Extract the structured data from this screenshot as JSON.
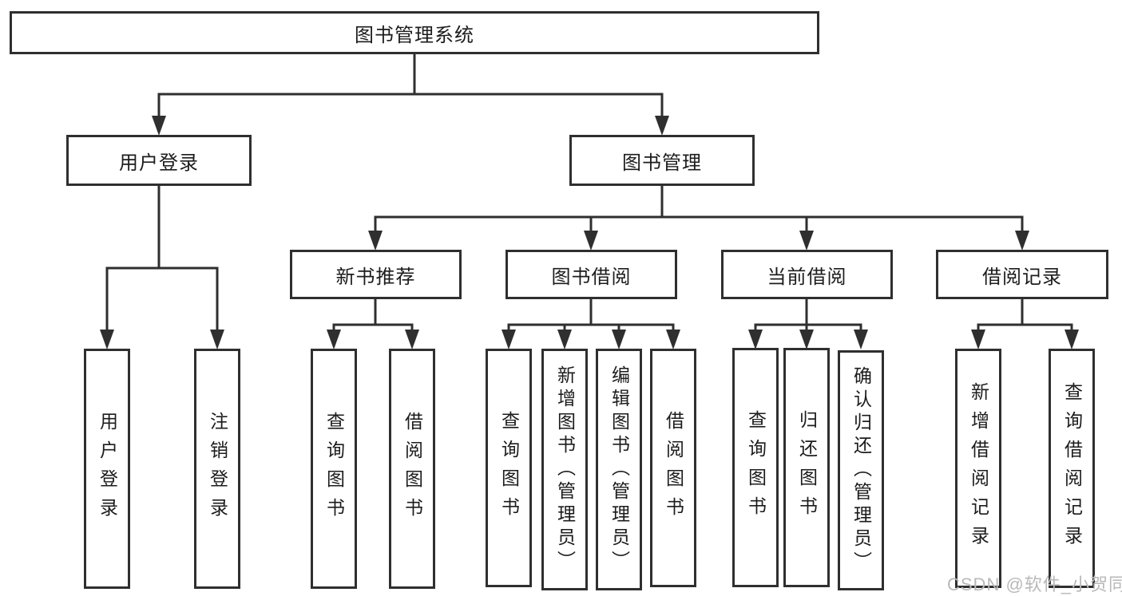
{
  "colors": {
    "background": "#ffffff",
    "line": "#2f2f2f",
    "box_border": "#2f2f2f",
    "text": "#1c1c1c",
    "watermark": "#b9b9b9"
  },
  "watermark": {
    "text": "CSDN @软件_小贺同学"
  },
  "diagram": {
    "root": {
      "label": "图书管理系统"
    },
    "level2": [
      {
        "label": "用户登录"
      },
      {
        "label": "图书管理"
      }
    ],
    "level3": [
      {
        "label": "新书推荐"
      },
      {
        "label": "图书借阅"
      },
      {
        "label": "当前借阅"
      },
      {
        "label": "借阅记录"
      }
    ],
    "leaves": {
      "user_login": [
        "用户登录",
        "注销登录"
      ],
      "new_book": [
        "查询图书",
        "借阅图书"
      ],
      "book_borrow": [
        "查询图书",
        "新增图书（管理员）",
        "编辑图书（管理员）",
        "借阅图书"
      ],
      "current_borrow": [
        "查询图书",
        "归还图书",
        "确认归还（管理员）"
      ],
      "records": [
        "新增借阅记录",
        "查询借阅记录"
      ]
    }
  }
}
